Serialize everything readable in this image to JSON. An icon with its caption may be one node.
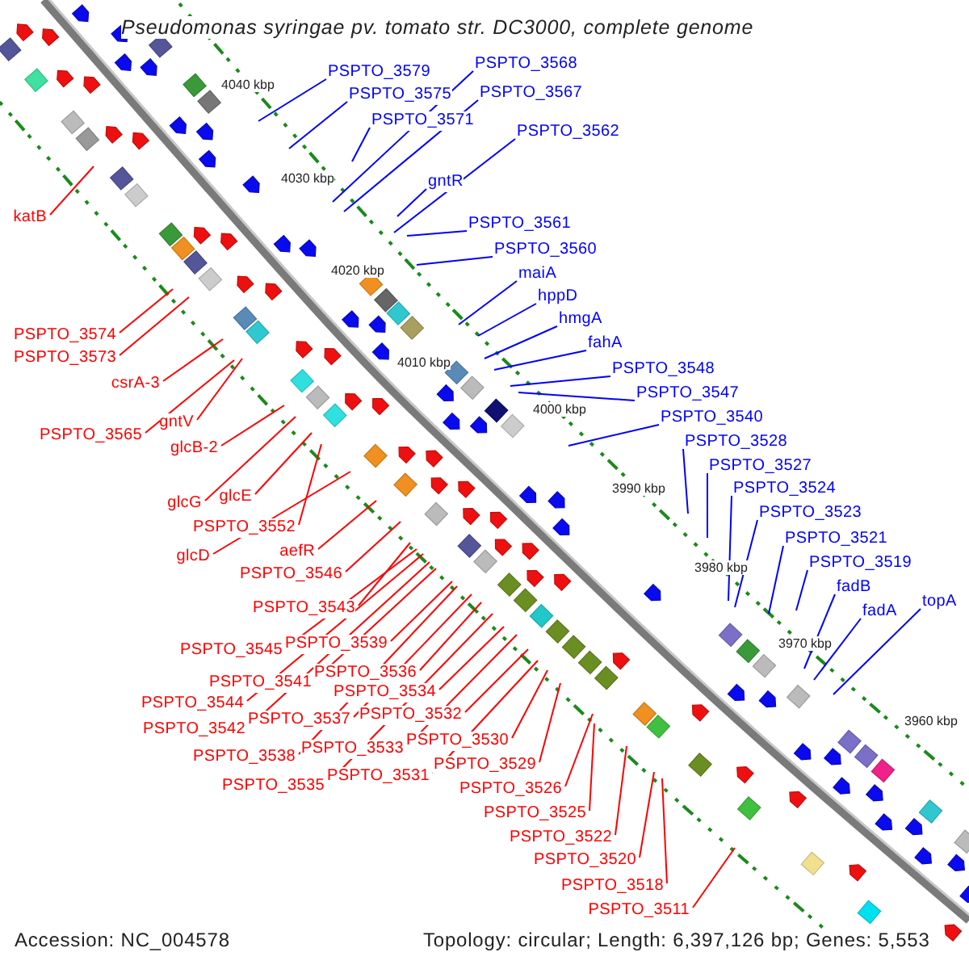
{
  "diagram": {
    "title": "Pseudomonas syringae pv. tomato str. DC3000, complete genome",
    "nodes": [
      {
        "text": [
          "PSPTO_3568"
        ]
      },
      {
        "text": [
          "PSPTO_3579"
        ]
      },
      {
        "text": [
          "PSPTO_3567"
        ]
      },
      {
        "text": [
          "PSPTO_3575"
        ]
      },
      {
        "text": [
          "PSPTO_3571"
        ]
      },
      {
        "text": [
          "PSPTO_3562"
        ]
      },
      {
        "text": [
          "gntR"
        ]
      },
      {
        "text": [
          "PSPTO_3561"
        ]
      },
      {
        "text": [
          "PSPTO_3560"
        ]
      },
      {
        "text": [
          "maiA"
        ]
      },
      {
        "text": [
          "hppD"
        ]
      },
      {
        "text": [
          "hmgA"
        ]
      },
      {
        "text": [
          "fahA"
        ]
      },
      {
        "text": [
          "PSPTO_3548"
        ]
      },
      {
        "text": [
          "PSPTO_3547"
        ]
      },
      {
        "text": [
          "PSPTO_3540"
        ]
      },
      {
        "text": [
          "PSPTO_3528"
        ]
      },
      {
        "text": [
          "PSPTO_3527"
        ]
      },
      {
        "text": [
          "PSPTO_3524"
        ]
      },
      {
        "text": [
          "PSPTO_3523"
        ]
      },
      {
        "text": [
          "PSPTO_3521"
        ]
      },
      {
        "text": [
          "PSPTO_3519"
        ]
      },
      {
        "text": [
          "fadB"
        ]
      },
      {
        "text": [
          "topA"
        ]
      },
      {
        "text": [
          "fadA"
        ]
      },
      {
        "text": [
          "katB"
        ]
      },
      {
        "text": [
          "PSPTO_3574"
        ]
      },
      {
        "text": [
          "PSPTO_3573"
        ]
      },
      {
        "text": [
          "csrA-3"
        ]
      },
      {
        "text": [
          "gntV"
        ]
      },
      {
        "text": [
          "PSPTO_3565"
        ]
      },
      {
        "text": [
          "glcB-2"
        ]
      },
      {
        "text": [
          "glcE"
        ]
      },
      {
        "text": [
          "glcG"
        ]
      },
      {
        "text": [
          "PSPTO_3552"
        ]
      },
      {
        "text": [
          "aefR"
        ]
      },
      {
        "text": [
          "glcD"
        ]
      },
      {
        "text": [
          "PSPTO_3546"
        ]
      },
      {
        "text": [
          "PSPTO_3543"
        ]
      },
      {
        "text": [
          "PSPTO_3539"
        ]
      },
      {
        "text": [
          "PSPTO_3545"
        ]
      },
      {
        "text": [
          "PSPTO_3536"
        ]
      },
      {
        "text": [
          "PSPTO_3541"
        ]
      },
      {
        "text": [
          "PSPTO_3534"
        ]
      },
      {
        "text": [
          "PSPTO_3544"
        ]
      },
      {
        "text": [
          "PSPTO_3532"
        ]
      },
      {
        "text": [
          "PSPTO_3537"
        ]
      },
      {
        "text": [
          "PSPTO_3542"
        ]
      },
      {
        "text": [
          "PSPTO_3530"
        ]
      },
      {
        "text": [
          "PSPTO_3533"
        ]
      },
      {
        "text": [
          "PSPTO_3538"
        ]
      },
      {
        "text": [
          "PSPTO_3529"
        ]
      },
      {
        "text": [
          "PSPTO_3531"
        ]
      },
      {
        "text": [
          "PSPTO_3535"
        ]
      },
      {
        "text": [
          "PSPTO_3526"
        ]
      },
      {
        "text": [
          "PSPTO_3525"
        ]
      },
      {
        "text": [
          "PSPTO_3522"
        ]
      },
      {
        "text": [
          "PSPTO_3520"
        ]
      },
      {
        "text": [
          "PSPTO_3518"
        ]
      },
      {
        "text": [
          "PSPTO_3511"
        ]
      }
    ],
    "edges": [
      {
        "from": 0,
        "to": null,
        "arrow": "none",
        "color": "#0000ff"
      },
      {
        "from": 1,
        "to": null,
        "arrow": "none",
        "color": "#0000ff"
      },
      {
        "from": 2,
        "to": null,
        "arrow": "none",
        "color": "#0000ff"
      },
      {
        "from": 3,
        "to": null,
        "arrow": "none",
        "color": "#0000ff"
      },
      {
        "from": 4,
        "to": null,
        "arrow": "none",
        "color": "#0000ff"
      },
      {
        "from": 5,
        "to": null,
        "arrow": "none",
        "color": "#0000ff"
      },
      {
        "from": 6,
        "to": null,
        "arrow": "none",
        "color": "#0000ff"
      },
      {
        "from": 7,
        "to": null,
        "arrow": "none",
        "color": "#0000ff"
      },
      {
        "from": 8,
        "to": null,
        "arrow": "none",
        "color": "#0000ff"
      },
      {
        "from": 9,
        "to": null,
        "arrow": "none",
        "color": "#0000ff"
      },
      {
        "from": 10,
        "to": null,
        "arrow": "none",
        "color": "#0000ff"
      },
      {
        "from": 11,
        "to": null,
        "arrow": "none",
        "color": "#0000ff"
      },
      {
        "from": 12,
        "to": null,
        "arrow": "none",
        "color": "#0000ff"
      },
      {
        "from": 13,
        "to": null,
        "arrow": "none",
        "color": "#0000ff"
      },
      {
        "from": 14,
        "to": null,
        "arrow": "none",
        "color": "#0000ff"
      },
      {
        "from": 15,
        "to": null,
        "arrow": "none",
        "color": "#0000ff"
      },
      {
        "from": 16,
        "to": null,
        "arrow": "none",
        "color": "#0000ff"
      },
      {
        "from": 17,
        "to": null,
        "arrow": "none",
        "color": "#0000ff"
      },
      {
        "from": 18,
        "to": null,
        "arrow": "none",
        "color": "#0000ff"
      },
      {
        "from": 19,
        "to": null,
        "arrow": "none",
        "color": "#0000ff"
      },
      {
        "from": 20,
        "to": null,
        "arrow": "none",
        "color": "#0000ff"
      },
      {
        "from": 21,
        "to": null,
        "arrow": "none",
        "color": "#0000ff"
      },
      {
        "from": 22,
        "to": null,
        "arrow": "none",
        "color": "#0000ff"
      },
      {
        "from": 23,
        "to": null,
        "arrow": "none",
        "color": "#0000ff"
      },
      {
        "from": 24,
        "to": null,
        "arrow": "none",
        "color": "#0000ff"
      },
      {
        "from": 25,
        "to": null,
        "arrow": "none"
      },
      {
        "from": 26,
        "to": null,
        "arrow": "none"
      },
      {
        "from": 27,
        "to": null,
        "arrow": "none"
      },
      {
        "from": 28,
        "to": null,
        "arrow": "none"
      },
      {
        "from": 29,
        "to": null,
        "arrow": "none"
      },
      {
        "from": 30,
        "to": null,
        "arrow": "none"
      },
      {
        "from": 31,
        "to": null,
        "arrow": "none"
      },
      {
        "from": 32,
        "to": null,
        "arrow": "none"
      },
      {
        "from": 33,
        "to": null,
        "arrow": "none"
      },
      {
        "from": 34,
        "to": null,
        "arrow": "none"
      },
      {
        "from": 35,
        "to": null,
        "arrow": "none"
      },
      {
        "from": 36,
        "to": null,
        "arrow": "none"
      },
      {
        "from": 37,
        "to": null,
        "arrow": "none"
      },
      {
        "from": 38,
        "to": null,
        "arrow": "none"
      },
      {
        "from": 39,
        "to": null,
        "arrow": "none"
      },
      {
        "from": 40,
        "to": null,
        "arrow": "none"
      },
      {
        "from": 41,
        "to": null,
        "arrow": "none"
      },
      {
        "from": 42,
        "to": null,
        "arrow": "none"
      },
      {
        "from": 43,
        "to": null,
        "arrow": "none"
      },
      {
        "from": 44,
        "to": null,
        "arrow": "none"
      },
      {
        "from": 45,
        "to": null,
        "arrow": "none"
      },
      {
        "from": 46,
        "to": null,
        "arrow": "none"
      },
      {
        "from": 47,
        "to": null,
        "arrow": "none"
      },
      {
        "from": 48,
        "to": null,
        "arrow": "none"
      },
      {
        "from": 49,
        "to": null,
        "arrow": "none"
      },
      {
        "from": 50,
        "to": null,
        "arrow": "none"
      },
      {
        "from": 51,
        "to": null,
        "arrow": "none"
      },
      {
        "from": 52,
        "to": null,
        "arrow": "none"
      },
      {
        "from": 53,
        "to": null,
        "arrow": "none"
      },
      {
        "from": 54,
        "to": null,
        "arrow": "none"
      },
      {
        "from": 55,
        "to": null,
        "arrow": "none"
      },
      {
        "from": 56,
        "to": null,
        "arrow": "none"
      },
      {
        "from": 57,
        "to": null,
        "arrow": "none"
      },
      {
        "from": 58,
        "to": null,
        "arrow": "none"
      },
      {
        "from": 59,
        "to": null,
        "arrow": "none"
      }
    ],
    "labels": [
      "4040 kbp",
      "4030 kbp",
      "4020 kbp",
      "4010 kbp",
      "4000 kbp",
      "3990 kbp",
      "3980 kbp",
      "3970 kbp",
      "3960 kbp",
      "Accession: NC_004578",
      "Topology: circular; Length: 6,397,126 bp; Genes: 5,553"
    ]
  }
}
